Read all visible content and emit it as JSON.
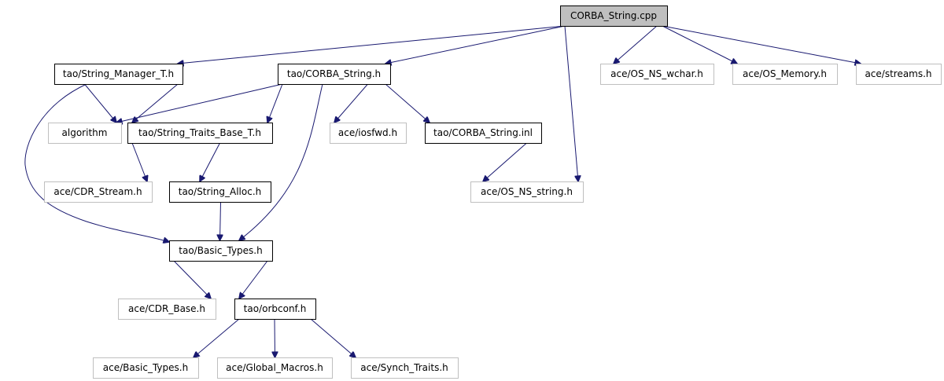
{
  "diagram": {
    "colors": {
      "edge": "#191970",
      "documented_border": "#000000",
      "external_border": "#bfbfbf",
      "root_fill": "#bfbfbf",
      "text": "#000000"
    },
    "nodes": [
      {
        "id": "corba_string_cpp",
        "label": "CORBA_String.cpp",
        "kind": "root"
      },
      {
        "id": "string_manager_t_h",
        "label": "tao/String_Manager_T.h",
        "kind": "documented"
      },
      {
        "id": "corba_string_h",
        "label": "tao/CORBA_String.h",
        "kind": "documented"
      },
      {
        "id": "os_ns_wchar_h",
        "label": "ace/OS_NS_wchar.h",
        "kind": "external"
      },
      {
        "id": "os_memory_h",
        "label": "ace/OS_Memory.h",
        "kind": "external"
      },
      {
        "id": "streams_h",
        "label": "ace/streams.h",
        "kind": "external"
      },
      {
        "id": "algorithm",
        "label": "algorithm",
        "kind": "external"
      },
      {
        "id": "string_traits_base_t_h",
        "label": "tao/String_Traits_Base_T.h",
        "kind": "documented"
      },
      {
        "id": "iosfwd_h",
        "label": "ace/iosfwd.h",
        "kind": "external"
      },
      {
        "id": "corba_string_inl",
        "label": "tao/CORBA_String.inl",
        "kind": "documented"
      },
      {
        "id": "cdr_stream_h",
        "label": "ace/CDR_Stream.h",
        "kind": "external"
      },
      {
        "id": "string_alloc_h",
        "label": "tao/String_Alloc.h",
        "kind": "documented"
      },
      {
        "id": "os_ns_string_h",
        "label": "ace/OS_NS_string.h",
        "kind": "external"
      },
      {
        "id": "basic_types_tao_h",
        "label": "tao/Basic_Types.h",
        "kind": "documented"
      },
      {
        "id": "cdr_base_h",
        "label": "ace/CDR_Base.h",
        "kind": "external"
      },
      {
        "id": "orbconf_h",
        "label": "tao/orbconf.h",
        "kind": "documented"
      },
      {
        "id": "basic_types_ace_h",
        "label": "ace/Basic_Types.h",
        "kind": "external"
      },
      {
        "id": "global_macros_h",
        "label": "ace/Global_Macros.h",
        "kind": "external"
      },
      {
        "id": "synch_traits_h",
        "label": "ace/Synch_Traits.h",
        "kind": "external"
      }
    ],
    "edges": [
      {
        "from": "corba_string_cpp",
        "to": "string_manager_t_h"
      },
      {
        "from": "corba_string_cpp",
        "to": "corba_string_h"
      },
      {
        "from": "corba_string_cpp",
        "to": "os_ns_wchar_h"
      },
      {
        "from": "corba_string_cpp",
        "to": "os_memory_h"
      },
      {
        "from": "corba_string_cpp",
        "to": "streams_h"
      },
      {
        "from": "corba_string_cpp",
        "to": "os_ns_string_h"
      },
      {
        "from": "string_manager_t_h",
        "to": "algorithm"
      },
      {
        "from": "string_manager_t_h",
        "to": "string_traits_base_t_h"
      },
      {
        "from": "string_manager_t_h",
        "to": "basic_types_tao_h"
      },
      {
        "from": "corba_string_h",
        "to": "algorithm"
      },
      {
        "from": "corba_string_h",
        "to": "string_traits_base_t_h"
      },
      {
        "from": "corba_string_h",
        "to": "iosfwd_h"
      },
      {
        "from": "corba_string_h",
        "to": "corba_string_inl"
      },
      {
        "from": "corba_string_h",
        "to": "basic_types_tao_h"
      },
      {
        "from": "string_traits_base_t_h",
        "to": "cdr_stream_h"
      },
      {
        "from": "string_traits_base_t_h",
        "to": "string_alloc_h"
      },
      {
        "from": "corba_string_inl",
        "to": "os_ns_string_h"
      },
      {
        "from": "string_alloc_h",
        "to": "basic_types_tao_h"
      },
      {
        "from": "basic_types_tao_h",
        "to": "cdr_base_h"
      },
      {
        "from": "basic_types_tao_h",
        "to": "orbconf_h"
      },
      {
        "from": "orbconf_h",
        "to": "basic_types_ace_h"
      },
      {
        "from": "orbconf_h",
        "to": "global_macros_h"
      },
      {
        "from": "orbconf_h",
        "to": "synch_traits_h"
      }
    ]
  }
}
